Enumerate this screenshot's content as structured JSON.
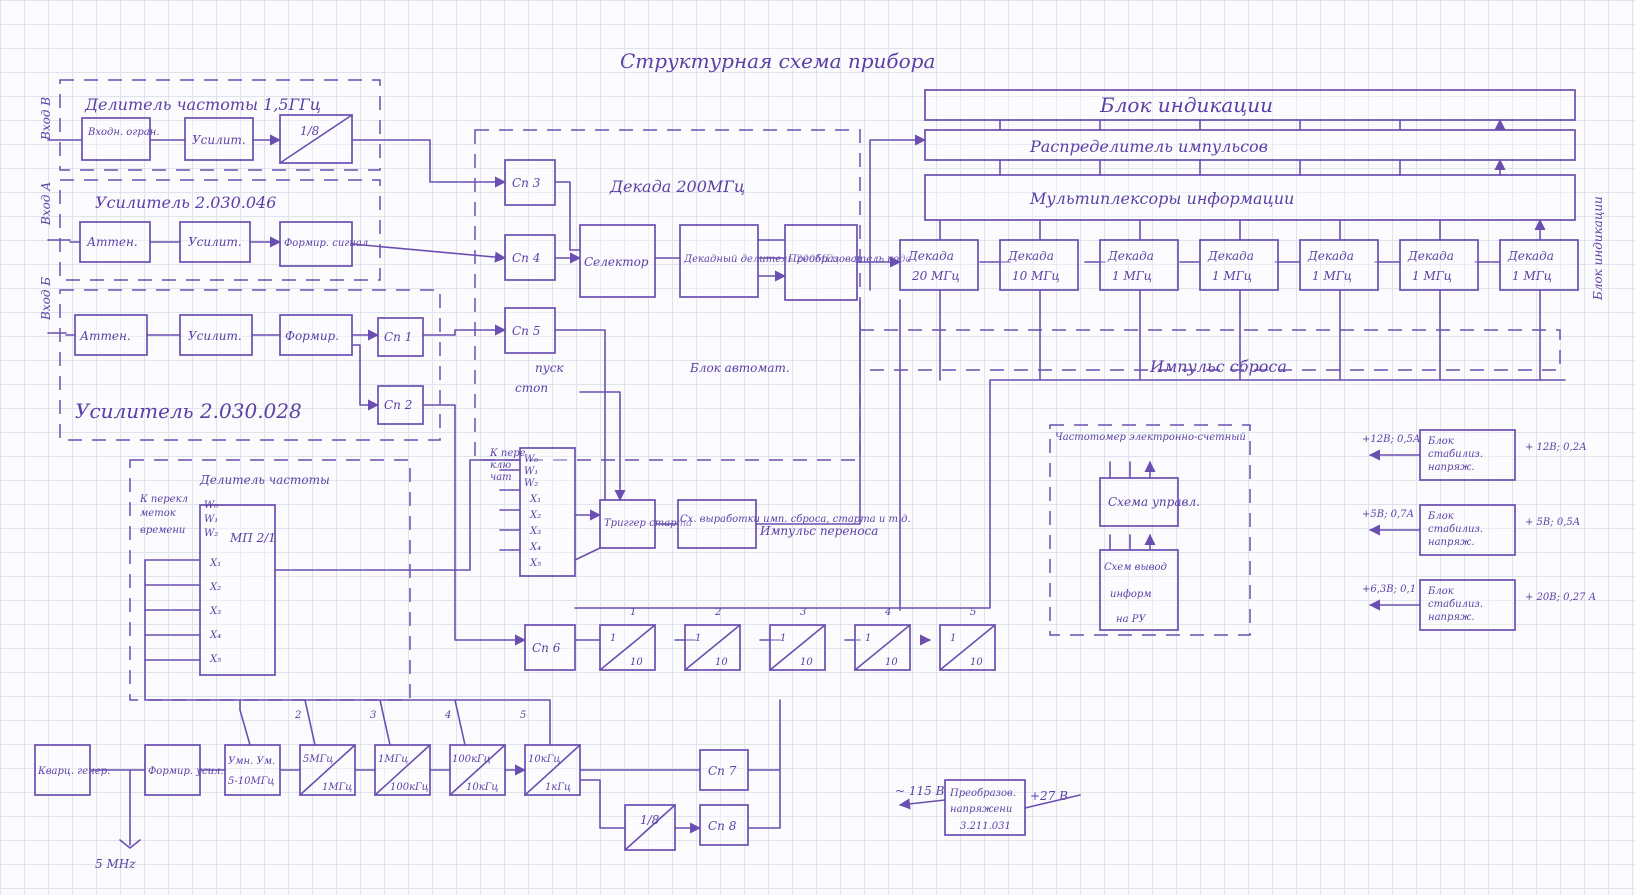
{
  "title": "Структурная схема прибора",
  "input_labels": {
    "vkhod_v": "Вход В",
    "vkhod_a": "Вход А",
    "vkhod_b": "Вход Б"
  },
  "groups": {
    "delitel_15": "Делитель частоты 1,5ГГц",
    "usilitel_046": "Усилитель 2.030.046",
    "usilitel_028": "Усилитель 2.030.028",
    "dekada_200": "Декада 200МГц",
    "delitel_chastoty": "Делитель частоты",
    "chastotomer": "Частотомер электронно-счетный",
    "blok_avtomat": "Блок автомат.",
    "impuls_sbrosa": "Импульс сброса",
    "impuls_perenosa": "Импульс переноса",
    "blok_indikacii_side": "Блок индикации"
  },
  "blocks": {
    "vkhodn_ogran": "Входн. огран.",
    "usilit_1": "Усилит.",
    "div8_1": "1/8",
    "atten_1": "Аттен.",
    "usilit_2": "Усилит.",
    "formir_1": "Формир. сигнал",
    "atten_2": "Аттен.",
    "usilit_3": "Усилит.",
    "formir_2": "Формир.",
    "sp1": "Сп 1",
    "sp2": "Сп 2",
    "sp3": "Сп 3",
    "sp4": "Сп 4",
    "sp5": "Сп 5",
    "sp6": "Сп 6",
    "sp7": "Сп 7",
    "sp8": "Сп 8",
    "selektor": "Селектор",
    "dekadnyi_delitel": "Декадный делитель 200МГц",
    "preobrazovatel_koda": "Преобразователь кода",
    "mux_mp": "МП 2/1",
    "trigger_starta": "Триггер старта",
    "skh_vyrab": "Сх. выработки имп. сброса, старта и т.д.",
    "kvarts_gen": "Кварц. генер.",
    "formir_usil": "Формир. усил.",
    "umn_1": "Умн. Ум.",
    "umn_2": "5-10МГц",
    "f5m_a": "5МГц",
    "f5m_b": "1МГц",
    "f1m_a": "1МГц",
    "f1m_b": "100кГц",
    "f100k_a": "100кГц",
    "f100k_b": "10кГц",
    "f10k_a": "10кГц",
    "f10k_b": "1кГц",
    "div8_2": "1/8",
    "skhema_upravl": "Схема управл.",
    "skh_vyvod_1": "Схем вывод",
    "skh_vyvod_2": "информ",
    "skh_vyvod_3": "на РУ",
    "preobr_napr_1": "Преобразов.",
    "preobr_napr_2": "напряжени",
    "preobr_napr_3": "3.211.031",
    "blok_indikacii": "Блок индикации",
    "raspredelitel": "Распределитель импульсов",
    "multipleksory": "Мультиплексоры информации"
  },
  "decades": [
    {
      "a": "Декада",
      "b": "20 МГц"
    },
    {
      "a": "Декада",
      "b": "10 МГц"
    },
    {
      "a": "Декада",
      "b": "1 МГц"
    },
    {
      "a": "Декада",
      "b": "1 МГц"
    },
    {
      "a": "Декада",
      "b": "1 МГц"
    },
    {
      "a": "Декада",
      "b": "1 МГц"
    },
    {
      "a": "Декада",
      "b": "1 МГц"
    }
  ],
  "div10_blocks": [
    {
      "a": "1",
      "b": "10"
    },
    {
      "a": "1",
      "b": "10"
    },
    {
      "a": "1",
      "b": "10"
    },
    {
      "a": "1",
      "b": "10"
    },
    {
      "a": "1",
      "b": "10"
    }
  ],
  "div10_taps": [
    "1",
    "2",
    "3",
    "4",
    "5"
  ],
  "freq_taps": [
    "2",
    "3",
    "4",
    "5"
  ],
  "time_inputs": {
    "label_1": "К перекл",
    "label_2": "меток",
    "label_3": "времени",
    "w0": "W₀",
    "w1": "W₁",
    "w2": "W₂",
    "x1": "X₁",
    "x2": "X₂",
    "x3": "X₃",
    "x4": "X₄",
    "x5": "X₅"
  },
  "sw_inputs": {
    "label_1": "К пере",
    "label_2": "клю",
    "label_3": "чат",
    "w0": "W₀",
    "w1": "W₁",
    "w2": "W₂",
    "x1": "X₁",
    "x2": "X₂",
    "x3": "X₃",
    "x4": "X₄",
    "x5": "X₅"
  },
  "signals": {
    "pusk": "пуск",
    "stop": "стоп",
    "osc_freq": "5 MHz",
    "in_volt": "+27 В",
    "out_volt": "~ 115 В"
  },
  "stabilizers": [
    {
      "block_1": "Блок",
      "block_2": "стабилиз.",
      "block_3": "напряж.",
      "out": "+12В; 0,5А",
      "in": "+ 12В; 0,2А"
    },
    {
      "block_1": "Блок",
      "block_2": "стабилиз.",
      "block_3": "напряж.",
      "out": "+5В; 0,7А",
      "in": "+ 5В; 0,5А"
    },
    {
      "block_1": "Блок",
      "block_2": "стабилиз.",
      "block_3": "напряж.",
      "out": "+6,3В; 0,1",
      "in": "+ 20В; 0,27 А"
    }
  ],
  "colors": {
    "ink": "#6b4fb0",
    "grid": "#dfe3ec",
    "paper": "#fbfbfd"
  }
}
